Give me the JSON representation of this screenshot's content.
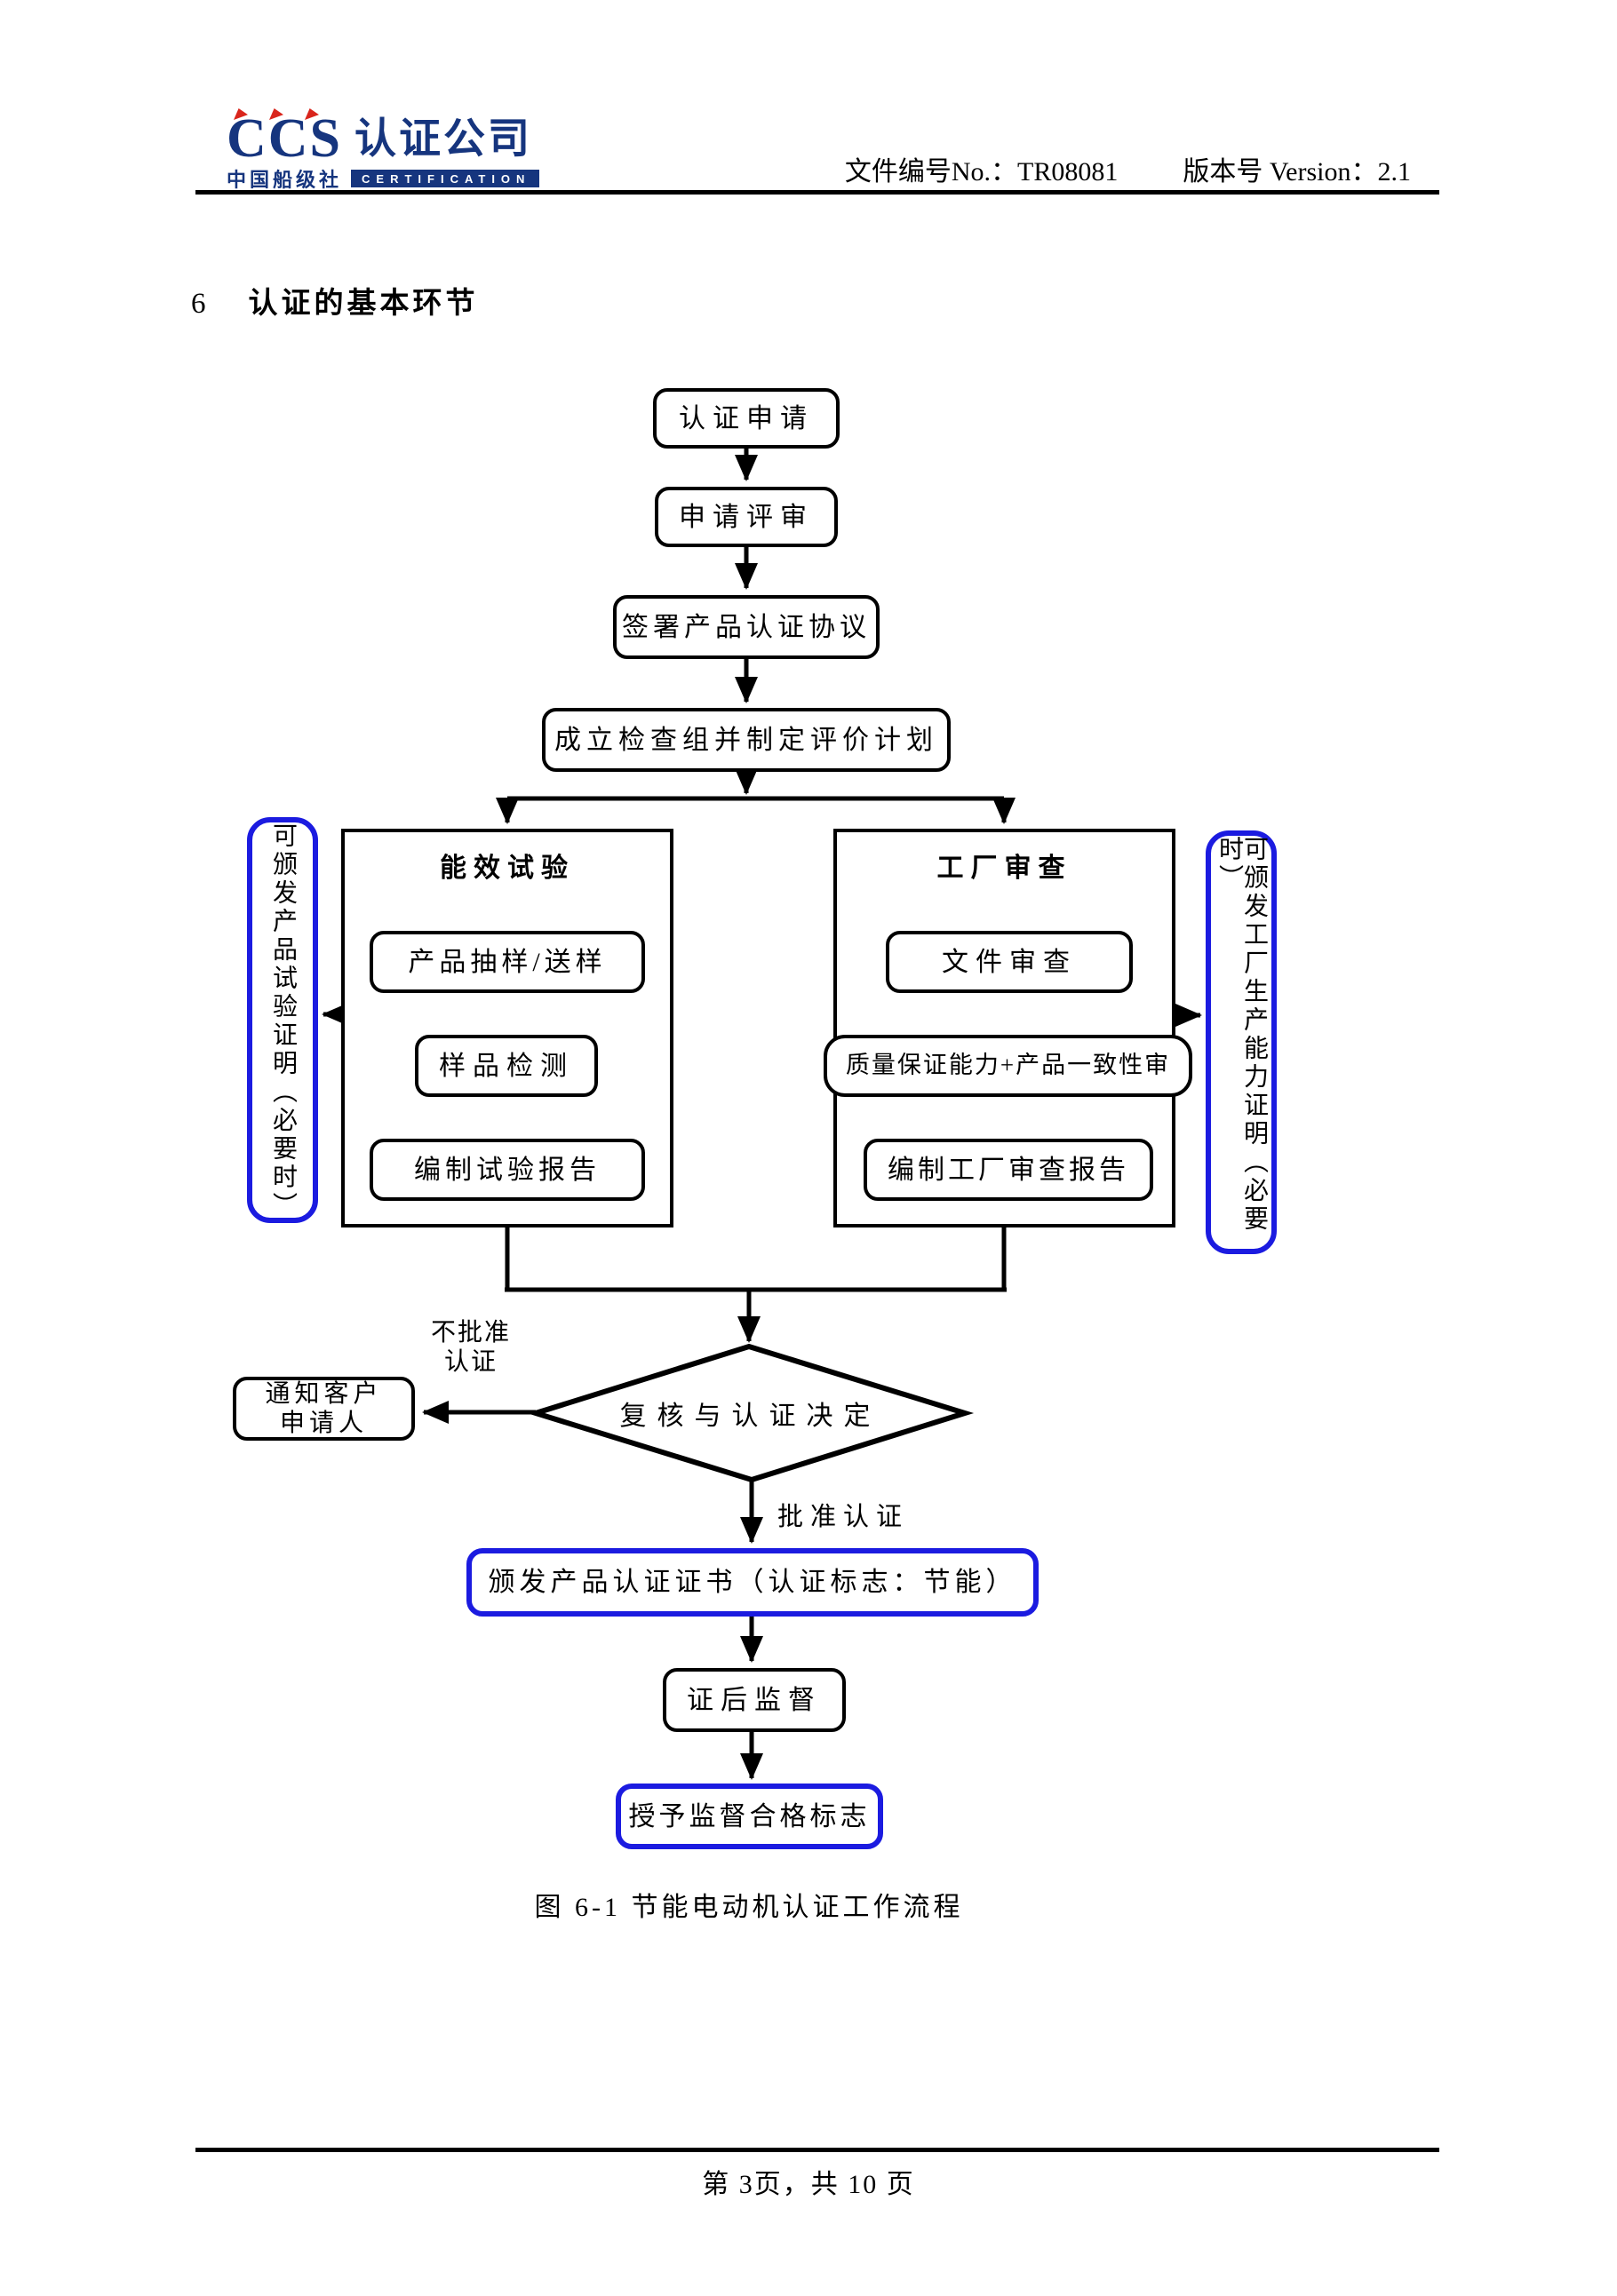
{
  "header": {
    "logo": {
      "ccs": "CCS",
      "company": "认证公司",
      "cn_name": "中国船级社",
      "cert_bar": "CERTIFICATION"
    },
    "doc_number": "文件编号No.：TR08081",
    "version": "版本号 Version：2.1"
  },
  "heading": {
    "number": "6",
    "title": "认证的基本环节"
  },
  "flowchart": {
    "nodes": {
      "apply": "认证申请",
      "review": "申请评审",
      "agreement": "签署产品认证协议",
      "team": "成立检查组并制定评价计划",
      "left_group_title": "能效试验",
      "sampling": "产品抽样/送样",
      "testing": "样品检测",
      "test_report": "编制试验报告",
      "right_group_title": "工厂审查",
      "doc_review": "文件审查",
      "quality": "质量保证能力+产品一致性审",
      "factory_report": "编制工厂审查报告",
      "left_side_note": "可颁发产品试验证明（必要时）",
      "right_side_note": "可颁发工厂生产能力证明（必要时）",
      "decision": "复核与认证决定",
      "reject_line1": "不批准",
      "reject_line2": "认证",
      "notify_line1": "通知客户",
      "notify_line2": "申请人",
      "approve_label": "批准认证",
      "certificate": "颁发产品认证证书（认证标志：节能）",
      "supervision": "证后监督",
      "mark": "授予监督合格标志"
    },
    "caption": "图 6-1 节能电动机认证工作流程"
  },
  "footer": {
    "page_info": "第 3页，共 10 页"
  },
  "colors": {
    "accent_blue": "#1b1be0",
    "logo_navy": "#16357e",
    "logo_red": "#d9251c",
    "line_black": "#000000"
  }
}
